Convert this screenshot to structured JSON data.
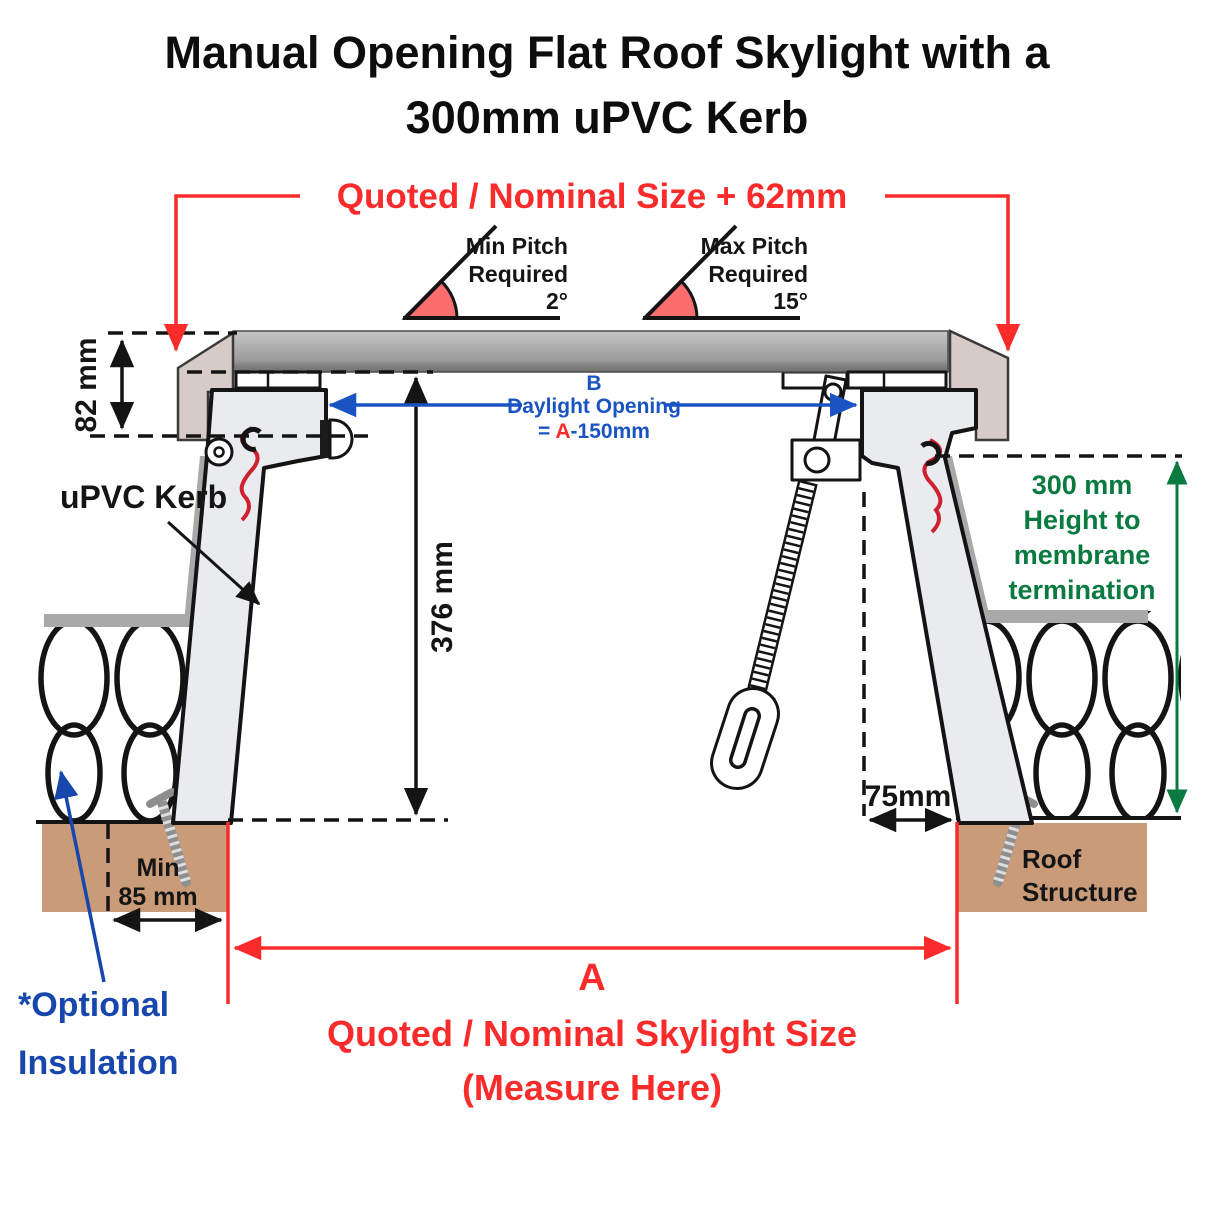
{
  "title": {
    "line1": "Manual Opening Flat Roof Skylight with a",
    "line2": "300mm uPVC Kerb"
  },
  "dimensions": {
    "top_bracket": "Quoted / Nominal Size + 62mm",
    "frame_height": "82 mm",
    "kerb_height": "376 mm",
    "daylight_letter": "B",
    "daylight_label": "Daylight Opening",
    "daylight_eq_prefix": "= ",
    "daylight_eq_a": "A",
    "daylight_eq_suffix": "-150mm",
    "membrane_height_1": "300 mm",
    "membrane_height_2": "Height to",
    "membrane_height_3": "membrane",
    "membrane_height_4": "termination",
    "kerb_offset": "75mm",
    "min_bearing_1": "Min",
    "min_bearing_2": "85 mm",
    "a_letter": "A",
    "a_label_1": "Quoted / Nominal Skylight Size",
    "a_label_2": "(Measure Here)"
  },
  "pitch": {
    "min": {
      "line1": "Min Pitch",
      "line2": "Required",
      "value": "2°"
    },
    "max": {
      "line1": "Max Pitch",
      "line2": "Required",
      "value": "15°"
    }
  },
  "labels": {
    "kerb": "uPVC Kerb",
    "insulation_1": "*Optional",
    "insulation_2": "Insulation",
    "roof_1": "Roof",
    "roof_2": "Structure"
  },
  "colors": {
    "red": "#f92b2b",
    "blue": "#1a53c2",
    "deep_blue": "#1747ad",
    "green": "#0a7a40",
    "beige": "#d6cbc7",
    "kerb_gray": "#e9ebee",
    "membrane_gray": "#a9a9a9",
    "roof_brown": "#c99b78",
    "wedge_salmon": "#fb6e6e",
    "glass_light": "#c6c6c6",
    "glass_dark": "#6f6f6f"
  }
}
